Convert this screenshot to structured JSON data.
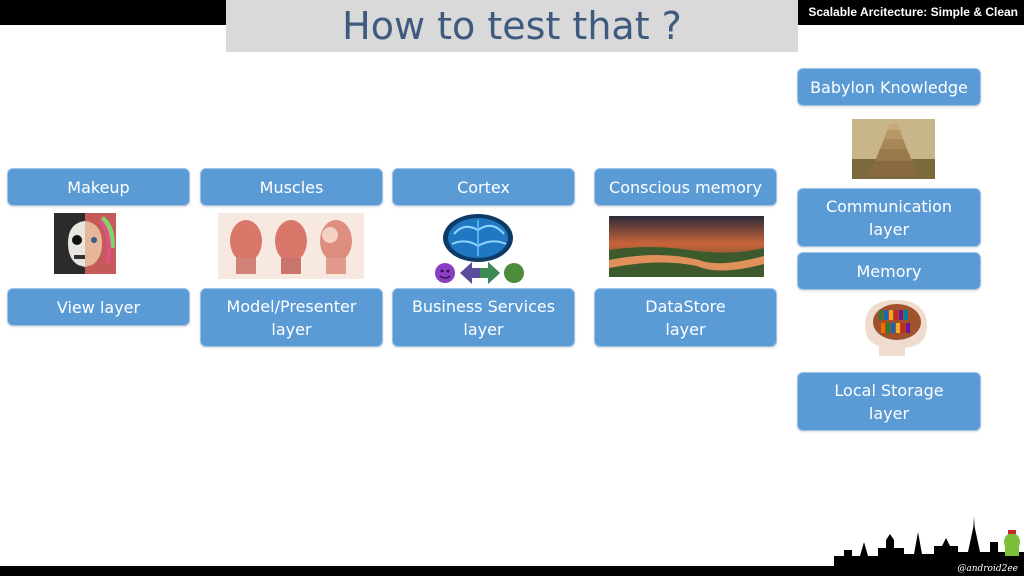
{
  "header": {
    "title": "How to test that ?",
    "brand": "Scalable Arcitecture: Simple & Clean"
  },
  "columns": [
    {
      "top": "Makeup",
      "bottom": "View layer"
    },
    {
      "top": "Muscles",
      "bottom": [
        "Model/Presenter",
        "layer"
      ]
    },
    {
      "top": "Cortex",
      "bottom": [
        "Business Services",
        "layer"
      ]
    },
    {
      "top": "Conscious memory",
      "bottom": [
        "DataStore",
        "layer"
      ]
    }
  ],
  "right_column": {
    "knowledge": "Babylon Knowledge",
    "communication": [
      "Communication",
      "layer"
    ],
    "memory": "Memory",
    "local_storage": [
      "Local Storage",
      "layer"
    ]
  },
  "footer": {
    "signature": "@android2ee"
  },
  "icons": {
    "makeup_image": "half-skull-face-image",
    "muscles_image": "facial-muscles-anatomy-image",
    "cortex_image": "glowing-brain-image",
    "memory_image": "river-landscape-image",
    "babylon_image": "tower-of-babel-image",
    "memory_brain_image": "bookshelf-brain-image",
    "skyline_image": "paris-skyline-silhouette"
  },
  "colors": {
    "box": "#5b9bd5",
    "title": "#3e5a7e",
    "title_band": "#d9d9d9"
  }
}
